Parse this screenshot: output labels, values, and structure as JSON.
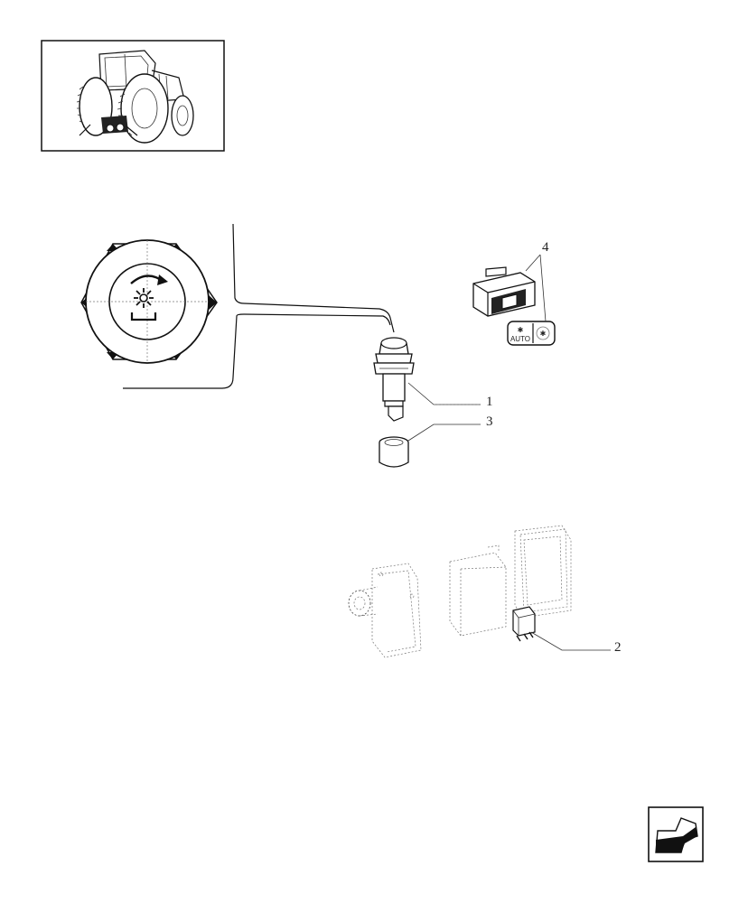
{
  "callouts": {
    "part_1": "1",
    "part_2": "2",
    "part_3": "3",
    "part_4": "4"
  },
  "switch_panel": {
    "auto_label": "AUTO"
  },
  "icons": {
    "thumbnail": "tractor-thumbnail-icon",
    "control_symbol": "fan-rotation-symbol-icon",
    "navigation": "back-arrow-icon"
  },
  "colors": {
    "line": "#111111",
    "background": "#ffffff"
  }
}
